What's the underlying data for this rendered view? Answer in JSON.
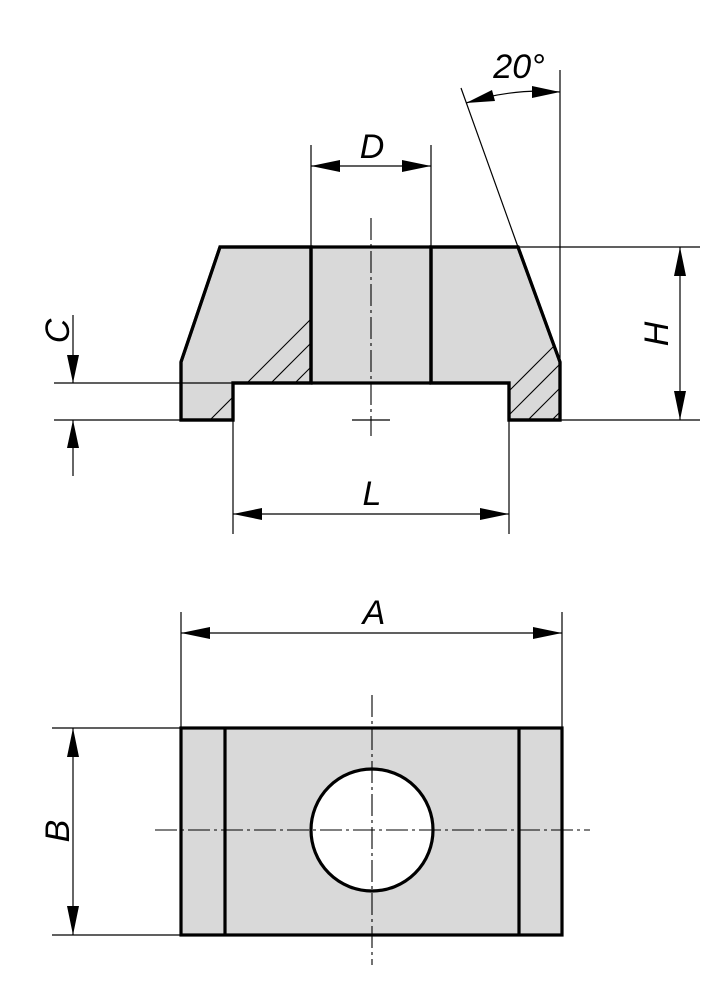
{
  "drawing": {
    "dimensions": {
      "angle": "20°",
      "bore_diameter": "D",
      "thickness_base": "C",
      "height": "H",
      "slot_width": "L",
      "length": "A",
      "width": "B"
    }
  }
}
